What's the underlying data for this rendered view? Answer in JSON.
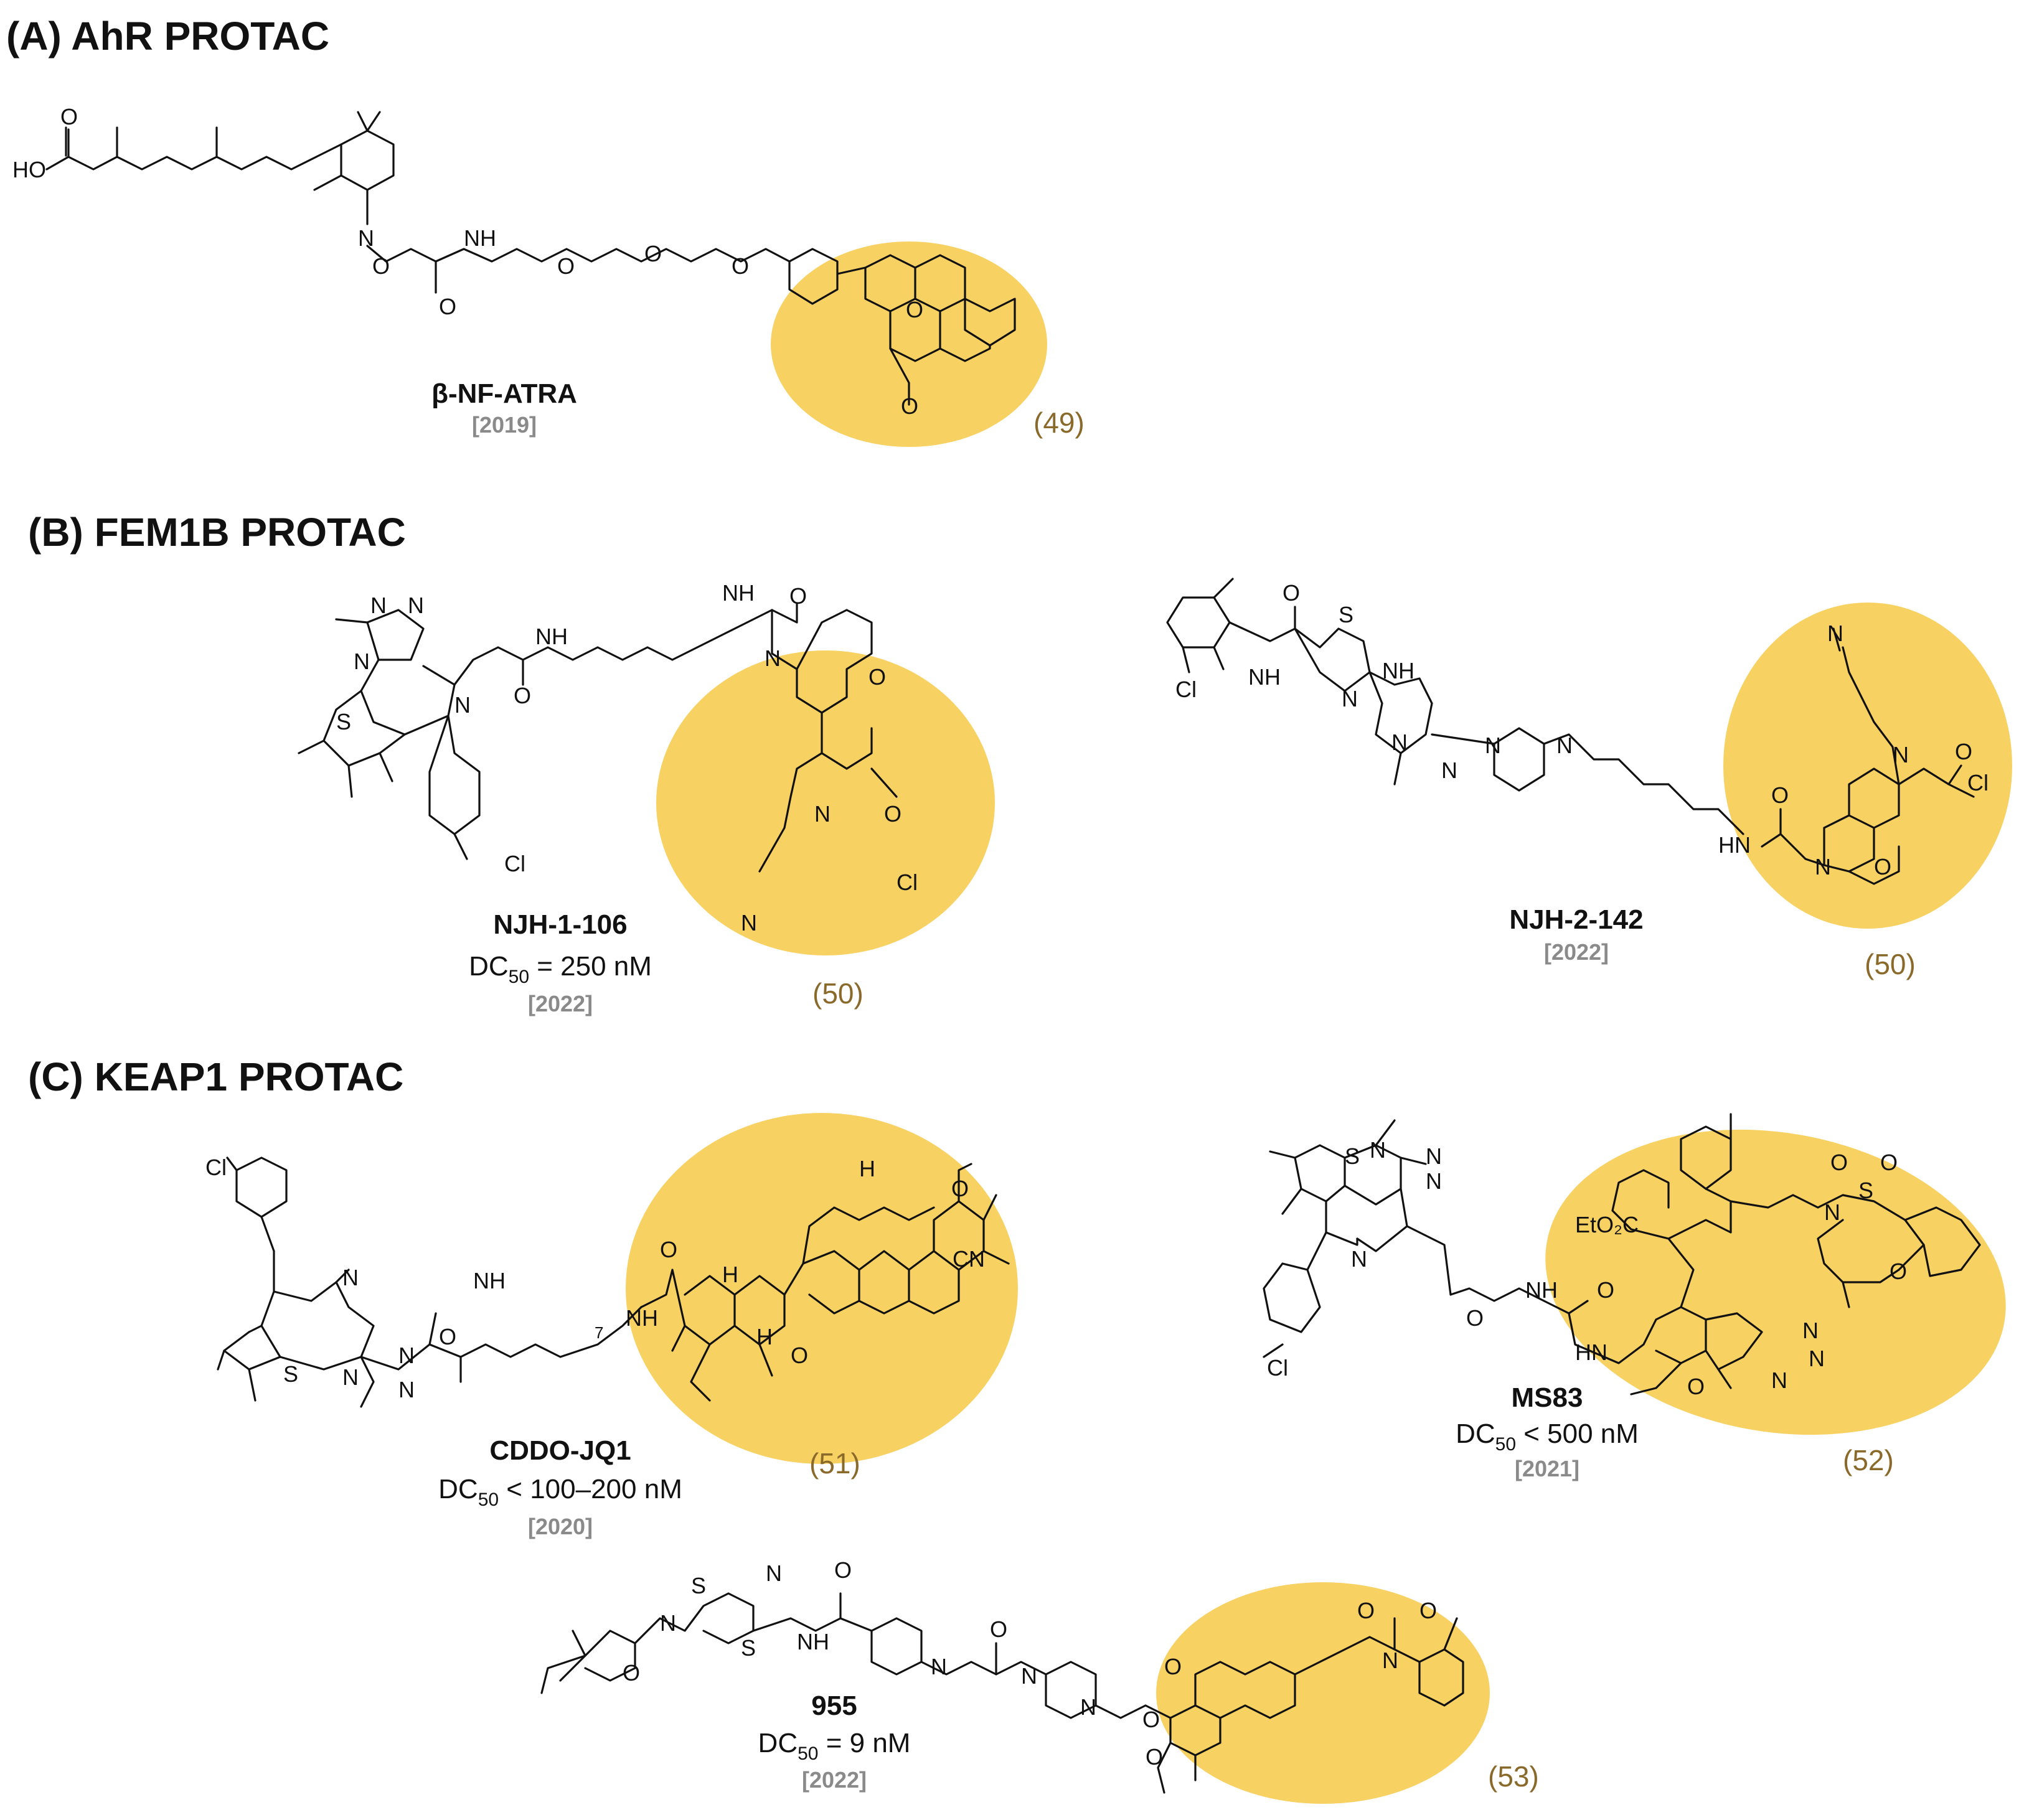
{
  "sections": [
    {
      "title": "(A)  AhR PROTAC"
    },
    {
      "title": "(B)  FEM1B PROTAC"
    },
    {
      "title": "(C)  KEAP1 PROTAC"
    }
  ],
  "compounds": [
    {
      "name": "β-NF-ATRA",
      "dc_prefix": "",
      "dc_sub": "",
      "dc_value": "",
      "year": "[2019]",
      "ref": "(49)"
    },
    {
      "name": "NJH-1-106",
      "dc_prefix": "DC",
      "dc_sub": "50",
      "dc_value": " = 250 nM",
      "year": "[2022]",
      "ref": "(50)"
    },
    {
      "name": "NJH-2-142",
      "dc_prefix": "",
      "dc_sub": "",
      "dc_value": "",
      "year": "[2022]",
      "ref": "(50)"
    },
    {
      "name": "CDDO-JQ1",
      "dc_prefix": "DC",
      "dc_sub": "50",
      "dc_value": " < 100–200 nM",
      "year": "[2020]",
      "ref": "(51)"
    },
    {
      "name": "MS83",
      "dc_prefix": "DC",
      "dc_sub": "50",
      "dc_value": " < 500 nM",
      "year": "[2021]",
      "ref": "(52)"
    },
    {
      "name": "955",
      "dc_prefix": "DC",
      "dc_sub": "50",
      "dc_value": " = 9 nM",
      "year": "[2022]",
      "ref": "(53)"
    }
  ],
  "atom_labels": {
    "ho": "HO",
    "o": "O",
    "n": "N",
    "nh": "NH",
    "h": "H",
    "hn": "HN",
    "s": "S",
    "cl": "Cl",
    "cn": "CN",
    "eto2c": "EtO₂C",
    "seven": "7"
  },
  "highlight_color": "#f7c948"
}
